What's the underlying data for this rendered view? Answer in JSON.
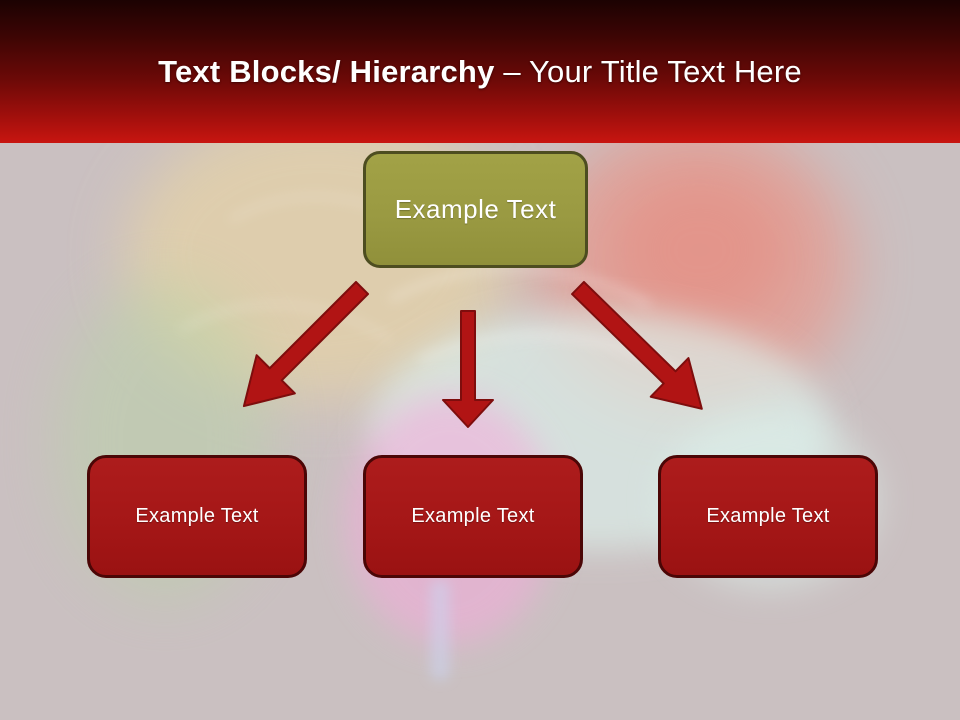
{
  "slide": {
    "header": {
      "title_bold": "Text Blocks/ Hierarchy",
      "title_regular": " – Your Title Text Here"
    },
    "diagram": {
      "root": {
        "label": "Example Text"
      },
      "children": [
        {
          "label": "Example Text"
        },
        {
          "label": "Example Text"
        },
        {
          "label": "Example Text"
        }
      ]
    },
    "colors": {
      "header_gradient_top": "#1c0202",
      "header_gradient_bottom": "#c81510",
      "title_text": "#ffffff",
      "body_background": "#cac0c1",
      "root_fill": "#9a9a42",
      "root_border": "#4d4d20",
      "child_fill": "#a51717",
      "child_border": "#4b0606",
      "arrow_fill": "#b11414",
      "arrow_stroke": "#7e0d0d",
      "box_text": "#ffffff"
    }
  }
}
